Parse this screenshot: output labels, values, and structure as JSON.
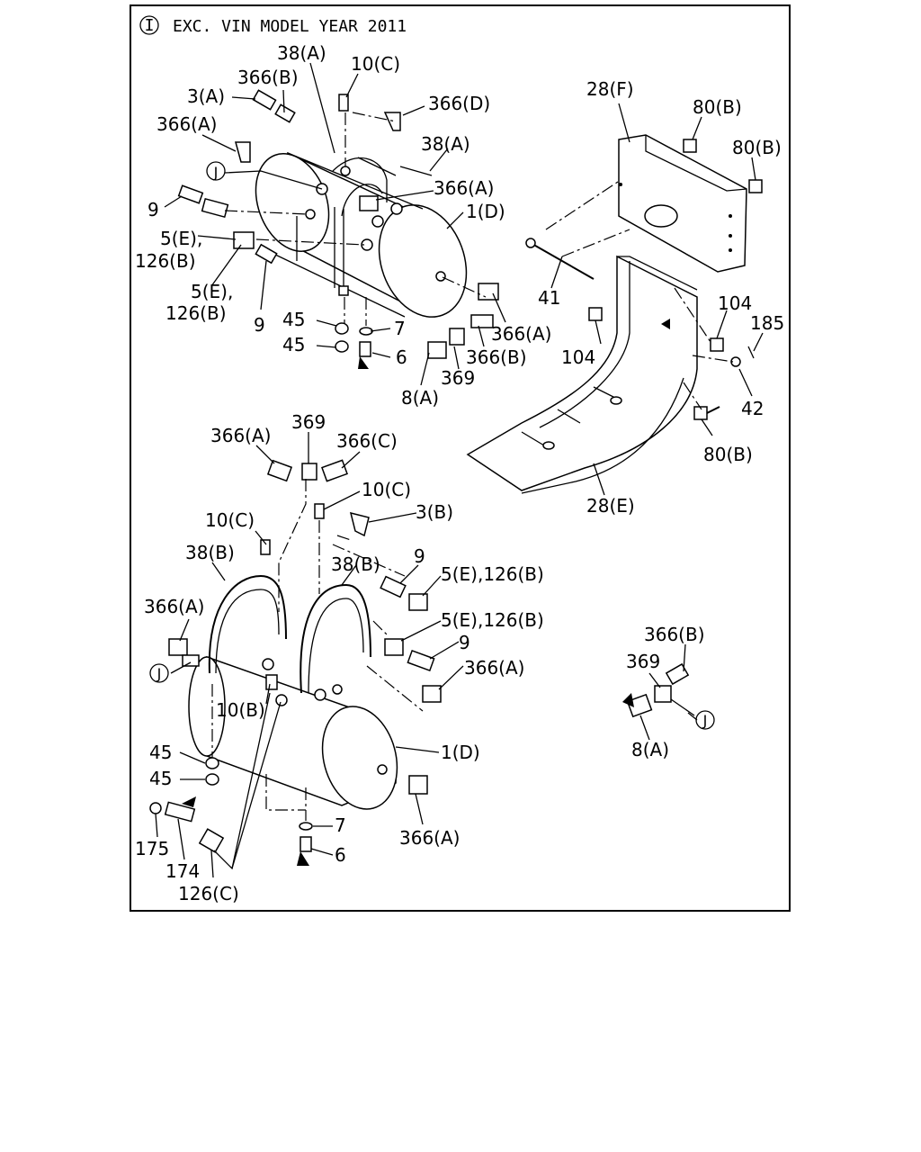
{
  "header": {
    "circle_letter": "I",
    "text": "EXC. VIN MODEL YEAR 2011"
  },
  "callouts": {
    "c_38A_top": "38(A)",
    "c_366B_top": "366(B)",
    "c_10C_top": "10(C)",
    "c_3A": "3(A)",
    "c_366D": "366(D)",
    "c_366A_top": "366(A)",
    "c_38A_right": "38(A)",
    "c_J_top": "J",
    "c_366A_mid": "366(A)",
    "c_9_top": "9",
    "c_1D_top": "1(D)",
    "c_5E_a": "5(E),",
    "c_126B_a": "126(B)",
    "c_5E_b": "5(E),",
    "c_126B_b": "126(B)",
    "c_9_top2": "9",
    "c_45_a": "45",
    "c_45_b": "45",
    "c_7_top": "7",
    "c_6_top": "6",
    "c_366A_r": "366(A)",
    "c_366B_r": "366(B)",
    "c_369_top": "369",
    "c_8A_top": "8(A)",
    "c_28F": "28(F)",
    "c_80B_a": "80(B)",
    "c_80B_b": "80(B)",
    "c_41": "41",
    "c_104_a": "104",
    "c_104_b": "104",
    "c_185": "185",
    "c_42": "42",
    "c_80B_c": "80(B)",
    "c_28E": "28(E)",
    "c_366A_b1": "366(A)",
    "c_369_b": "369",
    "c_366C": "366(C)",
    "c_10C_b1": "10(C)",
    "c_3B": "3(B)",
    "c_10C_b2": "10(C)",
    "c_38B_a": "38(B)",
    "c_38B_b": "38(B)",
    "c_9_b1": "9",
    "c_5E126B_a": "5(E),126(B)",
    "c_366A_b2": "366(A)",
    "c_5E126B_b": "5(E),126(B)",
    "c_9_b2": "9",
    "c_J_bottom": "J",
    "c_366A_b3": "366(A)",
    "c_10B": "10(B)",
    "c_1D_b": "1(D)",
    "c_45_c": "45",
    "c_45_d": "45",
    "c_175": "175",
    "c_174": "174",
    "c_126C": "126(C)",
    "c_7_b": "7",
    "c_6_b": "6",
    "c_366A_b4": "366(A)",
    "c_366B_det": "366(B)",
    "c_369_det": "369",
    "c_J_det": "J",
    "c_8A_det": "8(A)"
  }
}
